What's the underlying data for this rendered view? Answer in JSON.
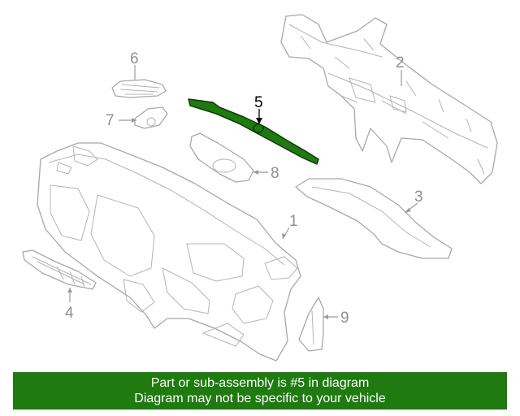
{
  "diagram": {
    "callouts": [
      "1",
      "2",
      "3",
      "4",
      "5",
      "6",
      "7",
      "8",
      "9"
    ],
    "highlighted_part": "5",
    "highlight_color": "#1f7a10"
  },
  "banner": {
    "line1": "Part or sub-assembly is #5 in diagram",
    "line2": "Diagram may not be specific to your vehicle",
    "background": "#1f7a10",
    "text_color": "#ffffff"
  }
}
